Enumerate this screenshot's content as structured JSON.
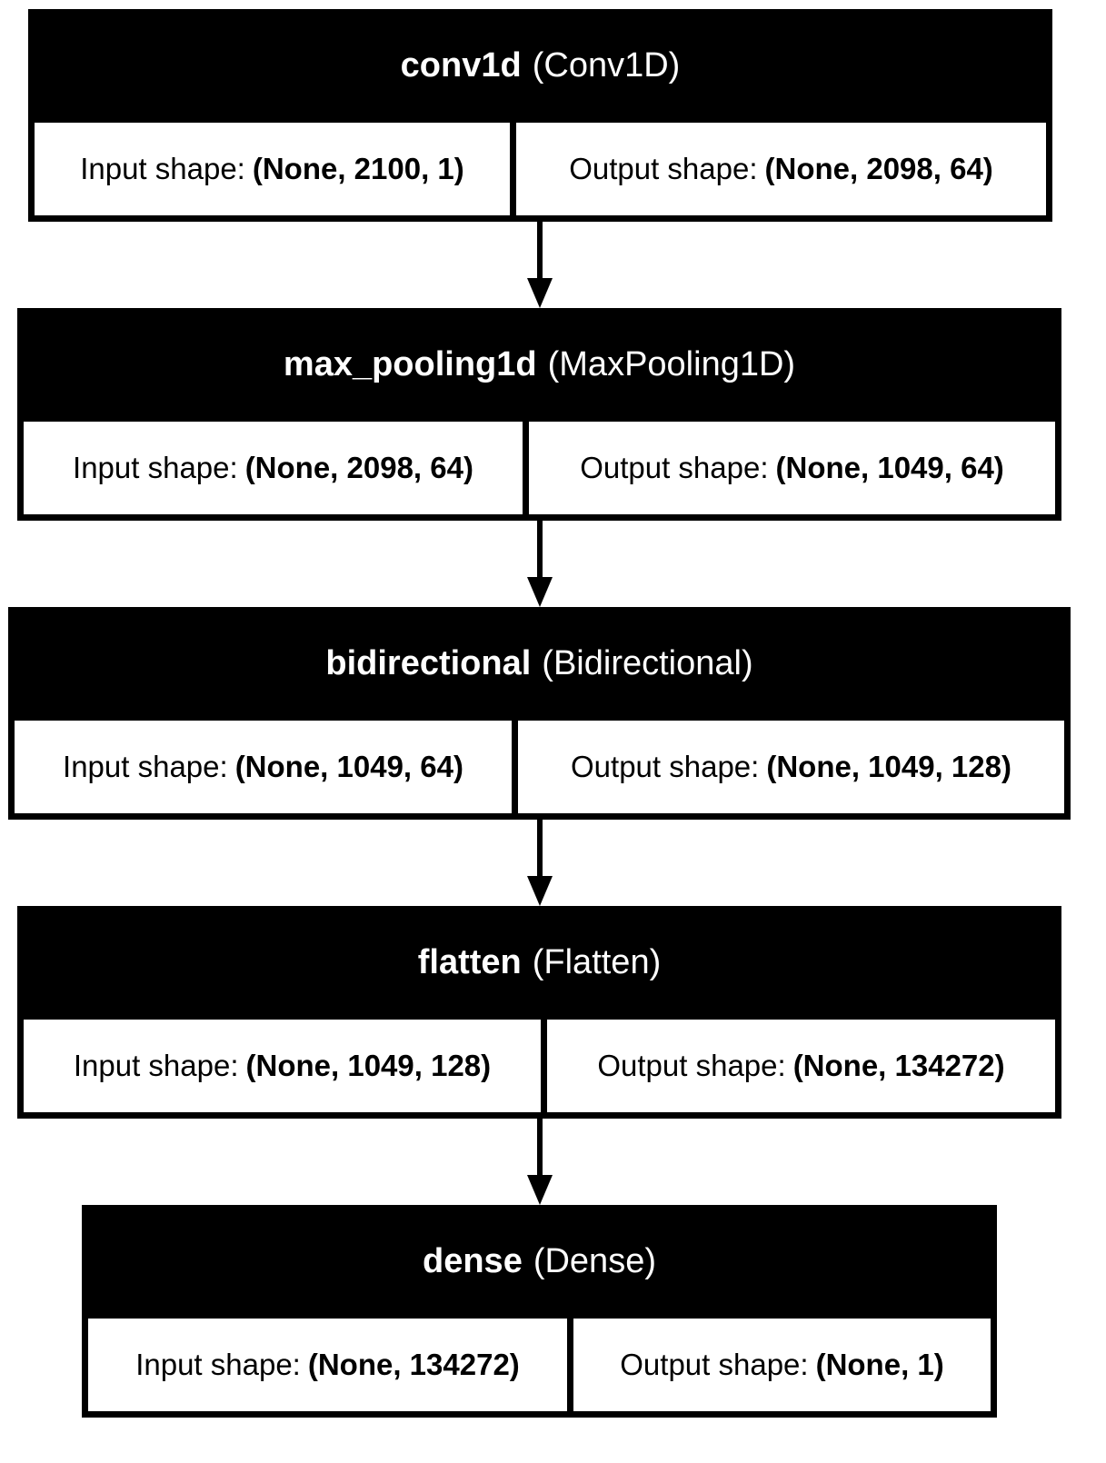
{
  "diagram": {
    "input_label": "Input shape:",
    "output_label": "Output shape:",
    "layers": [
      {
        "name": "conv1d",
        "type": "(Conv1D)",
        "input_shape": "(None, 2100, 1)",
        "output_shape": "(None, 2098, 64)"
      },
      {
        "name": "max_pooling1d",
        "type": "(MaxPooling1D)",
        "input_shape": "(None, 2098, 64)",
        "output_shape": "(None, 1049, 64)"
      },
      {
        "name": "bidirectional",
        "type": "(Bidirectional)",
        "input_shape": "(None, 1049, 64)",
        "output_shape": "(None, 1049, 128)"
      },
      {
        "name": "flatten",
        "type": "(Flatten)",
        "input_shape": "(None, 1049, 128)",
        "output_shape": "(None, 134272)"
      },
      {
        "name": "dense",
        "type": "(Dense)",
        "input_shape": "(None, 134272)",
        "output_shape": "(None, 1)"
      }
    ]
  }
}
